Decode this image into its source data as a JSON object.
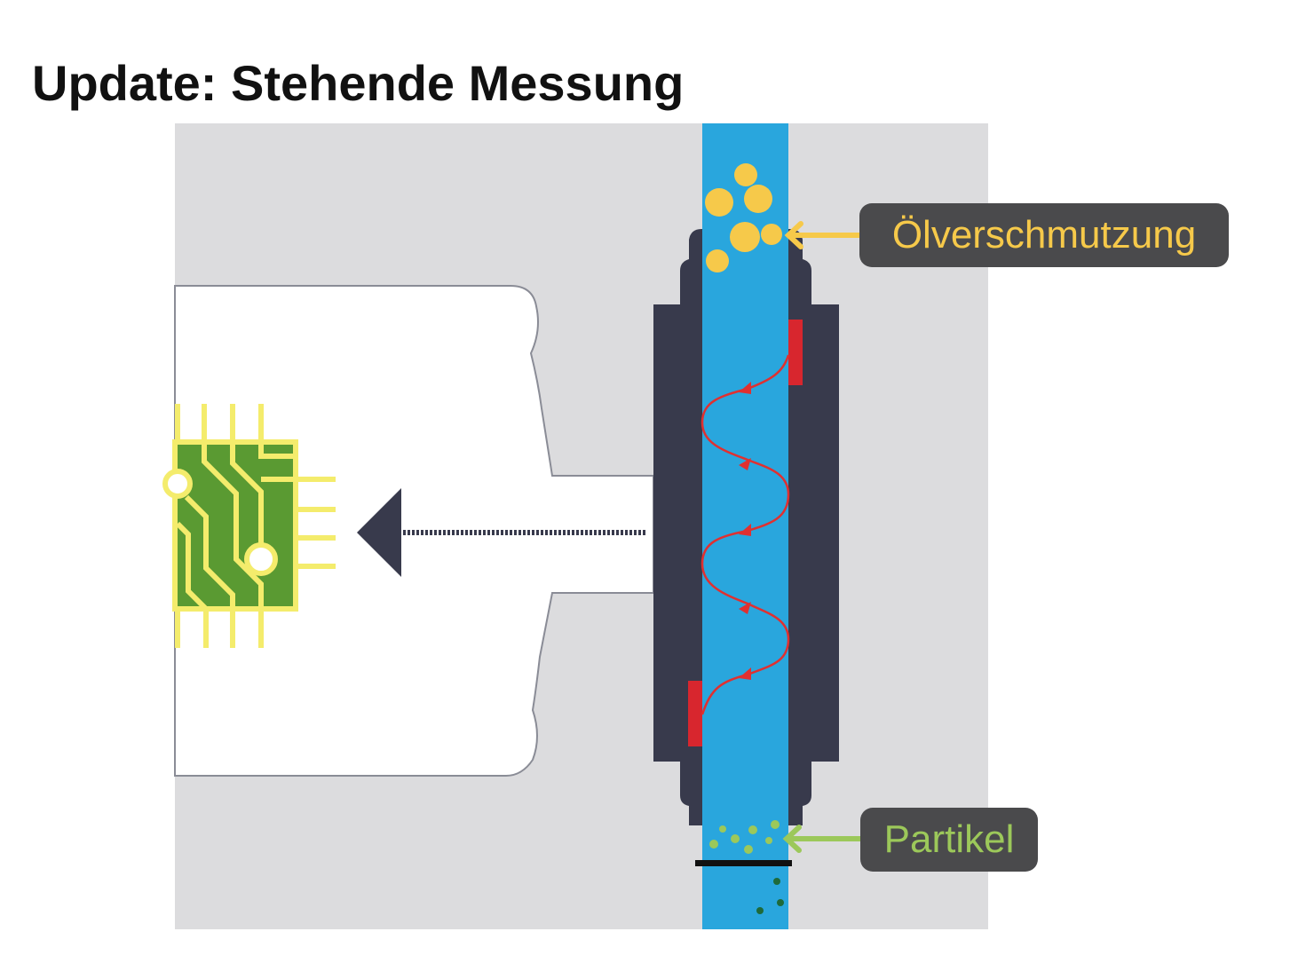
{
  "title": "Update: Stehende Messung",
  "callouts": {
    "oil": {
      "label": "Ölverschmutzung",
      "color": "#f6c94a"
    },
    "particles": {
      "label": "Partikel",
      "color": "#9cc85a"
    }
  },
  "colors": {
    "background_panel": "#dcdcde",
    "fluid_channel": "#29a6dd",
    "sensor_housing": "#383a4c",
    "transducer": "#d8262e",
    "wave": "#e03030",
    "circuit_board": "#5a9a32",
    "circuit_traces": "#f4ec6c",
    "oil_drops": "#f6c94a",
    "particles_before": "#9cc85a",
    "particles_after": "#1e6a3a",
    "filter_bar": "#111111"
  },
  "icons": {
    "circuit": "circuit-board-icon",
    "signal_arrow": "signal-arrow-icon"
  }
}
